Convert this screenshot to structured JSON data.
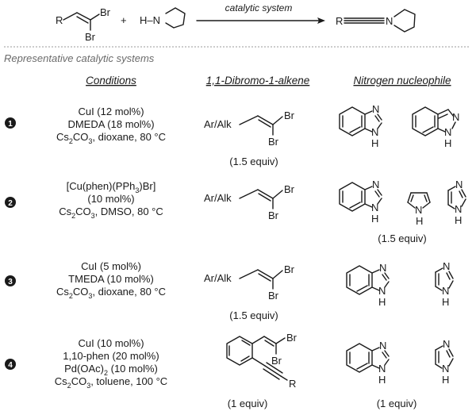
{
  "scheme": {
    "reactant_substituent": "R",
    "bromine": "Br",
    "plus": "+",
    "amine": "H–N",
    "arrow_label": "catalytic system",
    "product_substituent": "R",
    "product_nitrogen": "N"
  },
  "section_title": "Representative catalytic systems",
  "headers": {
    "conditions": "Conditions",
    "alkene": "1,1-Dibromo-1-alkene",
    "nucleophile": "Nitrogen nucleophile"
  },
  "atoms": {
    "n": "N",
    "h": "H",
    "br": "Br",
    "r": "R"
  },
  "rows": [
    {
      "number": "1",
      "conditions": [
        "CuI (12 mol%)",
        "DMEDA (18 mol%)",
        "Cs2CO3, dioxane, 80 °C"
      ],
      "alkene_substituent": "Ar/Alk",
      "alkene_equiv": "(1.5 equiv)",
      "nucleophile_equiv": ""
    },
    {
      "number": "2",
      "conditions": [
        "[Cu(phen)(PPh3)Br]",
        "(10 mol%)",
        "Cs2CO3, DMSO, 80 °C"
      ],
      "alkene_substituent": "Ar/Alk",
      "alkene_equiv": "",
      "nucleophile_equiv": "(1.5 equiv)"
    },
    {
      "number": "3",
      "conditions": [
        "CuI (5 mol%)",
        "TMEDA (10 mol%)",
        "Cs2CO3, dioxane, 80 °C"
      ],
      "alkene_substituent": "Ar/Alk",
      "alkene_equiv": "(1.5 equiv)",
      "nucleophile_equiv": ""
    },
    {
      "number": "4",
      "conditions": [
        "CuI (10 mol%)",
        "1,10-phen (20 mol%)",
        "Pd(OAc)2 (10 mol%)",
        "Cs2CO3, toluene, 100 °C"
      ],
      "alkene_substituent": "",
      "alkene_equiv": "(1 equiv)",
      "nucleophile_equiv": "(1 equiv)"
    }
  ]
}
